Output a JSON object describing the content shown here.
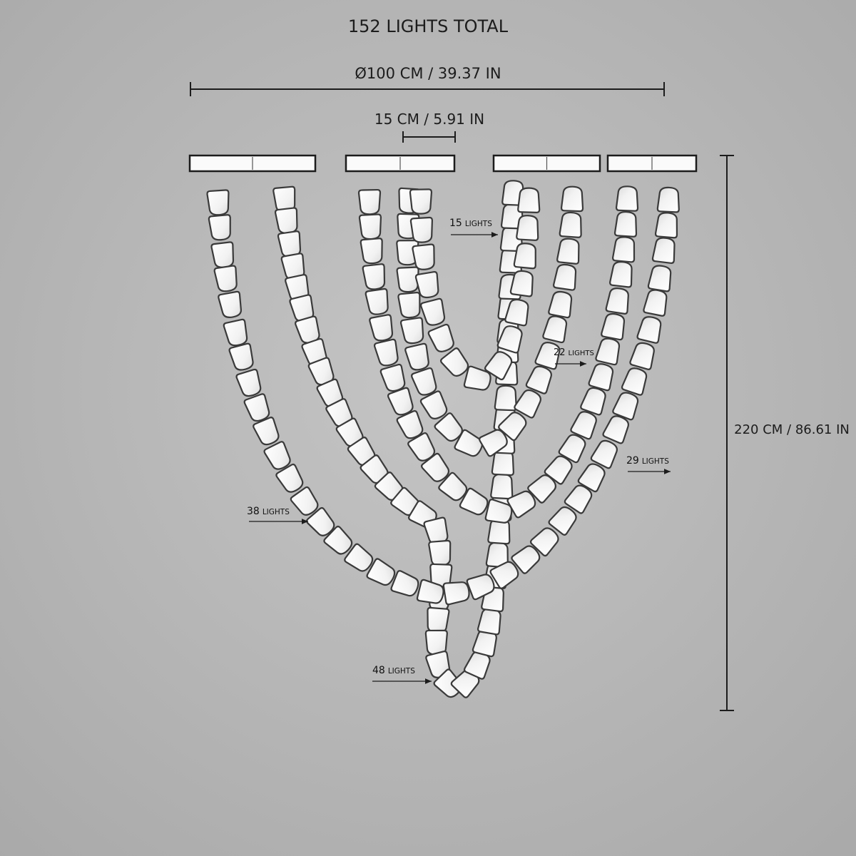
{
  "title": "152 LIGHTS TOTAL",
  "dimensions": {
    "diameter": "Ø100 CM / 39.37 IN",
    "spacing": "15 CM / 5.91 IN",
    "height": "220 CM / 86.61 IN"
  },
  "strands": [
    {
      "count": "15",
      "unit": "LIGHTS",
      "lights": 15
    },
    {
      "count": "22",
      "unit": "LIGHTS",
      "lights": 22
    },
    {
      "count": "29",
      "unit": "LIGHTS",
      "lights": 29
    },
    {
      "count": "38",
      "unit": "LIGHTS",
      "lights": 38
    },
    {
      "count": "48",
      "unit": "LIGHTS",
      "lights": 48
    }
  ],
  "colors": {
    "background": "#b9b9b9",
    "line": "#1c1c1c",
    "light_fill": "#f7f7f7",
    "light_edge": "#3a3a3a"
  }
}
